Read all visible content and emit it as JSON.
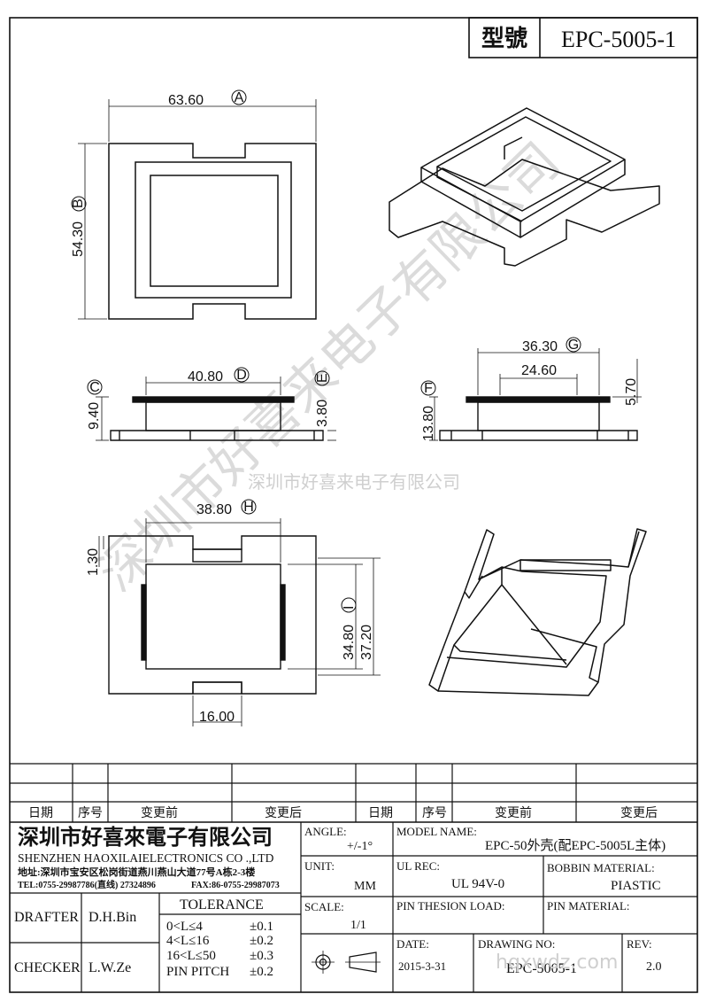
{
  "header": {
    "model_label": "型號",
    "model_value": "EPC-5005-1"
  },
  "dims": {
    "A": {
      "value": "63.60",
      "letter": "A"
    },
    "B": {
      "value": "54.30",
      "letter": "B"
    },
    "C": {
      "value": "9.40",
      "letter": "C"
    },
    "D": {
      "value": "40.80",
      "letter": "D"
    },
    "E": {
      "value": "3.80",
      "letter": "E"
    },
    "F": {
      "value": "13.80",
      "letter": "F"
    },
    "G": {
      "value": "36.30",
      "letter": "G"
    },
    "G2": {
      "value": "24.60"
    },
    "G3": {
      "value": "5.70"
    },
    "H": {
      "value": "38.80",
      "letter": "H"
    },
    "H2": {
      "value": "1.30"
    },
    "I": {
      "value": "34.80",
      "letter": "I"
    },
    "I2": {
      "value": "37.20"
    },
    "bottom": {
      "value": "16.00"
    }
  },
  "watermark": {
    "diagonal": "深圳市好喜来电子有限公司",
    "center": "深圳市好喜来电子有限公司",
    "url": "hqxwdz.com"
  },
  "revision_table": {
    "cols": [
      "日期",
      "序号",
      "变更前",
      "变更后",
      "日期",
      "序号",
      "变更前",
      "变更后"
    ]
  },
  "company": {
    "name_cn": "深圳市好喜來電子有限公司",
    "name_en": "SHENZHEN HAOXILAIELECTRONICS CO .,LTD",
    "address": "地址:深圳市宝安区松岗街道燕川燕山大道77号A栋2-3楼",
    "tel": "TEL:0755-29987786(直线) 27324896",
    "fax": "FAX:86-0755-29987073"
  },
  "fields": {
    "angle_label": "ANGLE:",
    "angle_value": "+/-1°",
    "model_name_label": "MODEL NAME:",
    "model_name_value": "EPC-50外壳(配EPC-5005L主体)",
    "unit_label": "UNIT:",
    "unit_value": "MM",
    "ul_rec_label": "UL REC:",
    "ul_rec_value": "UL 94V-0",
    "bobbin_label": "BOBBIN MATERIAL:",
    "bobbin_value": "PIASTIC",
    "scale_label": "SCALE:",
    "scale_value": "1/1",
    "pin_tension_label": "PIN THESION LOAD:",
    "pin_material_label": "PIN MATERIAL:",
    "date_label": "DATE:",
    "date_value": "2015-3-31",
    "drawing_no_label": "DRAWING NO:",
    "drawing_no_value": "EPC-5005-1",
    "rev_label": "REV:",
    "rev_value": "2.0"
  },
  "signatures": {
    "drafter_label": "DRAFTER",
    "drafter_value": "D.H.Bin",
    "checker_label": "CHECKER",
    "checker_value": "L.W.Ze"
  },
  "tolerance": {
    "title": "TOLERANCE",
    "rows": [
      {
        "range": "0<L≤4",
        "value": "±0.1"
      },
      {
        "range": "4<L≤16",
        "value": "±0.2"
      },
      {
        "range": "16<L≤50",
        "value": "±0.3"
      },
      {
        "range": "PIN PITCH",
        "value": "±0.2"
      }
    ]
  }
}
